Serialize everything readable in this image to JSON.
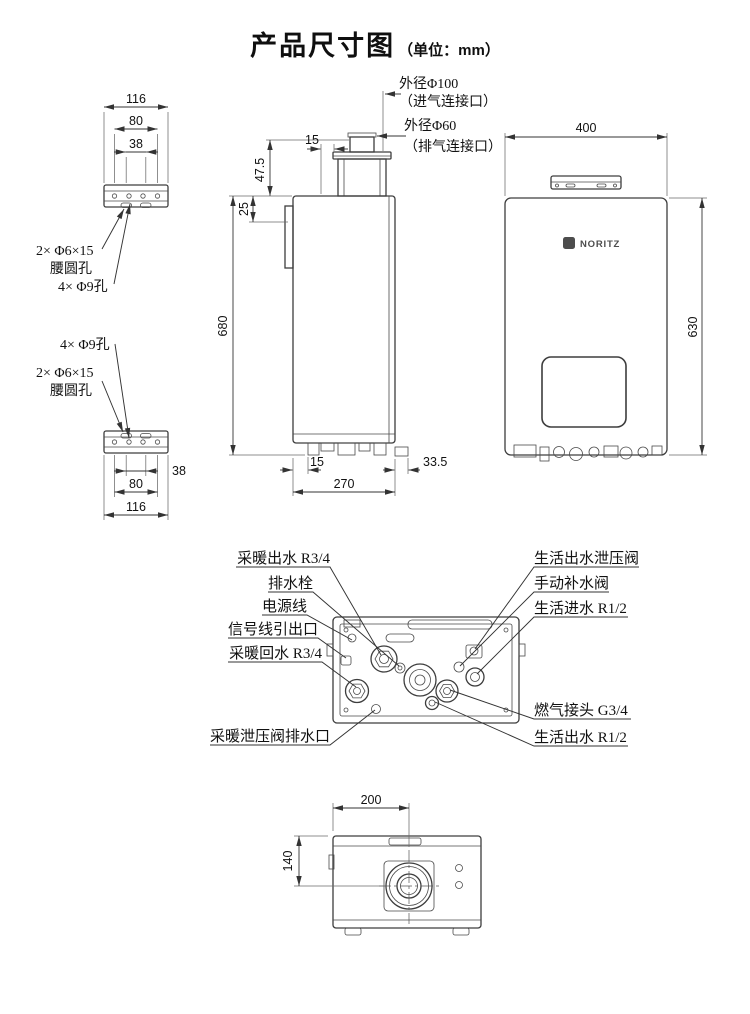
{
  "title": {
    "main": "产品尺寸图",
    "unit": "（单位：mm）"
  },
  "flue": {
    "intake_dia": "外径Φ100",
    "intake_name": "（进气连接口）",
    "exhaust_dia": "外径Φ60",
    "exhaust_name": "（排气连接口）"
  },
  "side_view": {
    "flue_height": "47.5",
    "flue_offset": "15",
    "bracket_offset": "25",
    "height": "680",
    "front_clearance": "15",
    "depth": "270",
    "rear_clearance": "33.5"
  },
  "front_view": {
    "width": "400",
    "height": "630",
    "brand": "NORITZ"
  },
  "bracket_top": {
    "outer": "116",
    "mid": "80",
    "inner": "38",
    "slot_label_1": "2× Φ6×15",
    "slot_label_2": "腰圆孔",
    "hole_label": "4× Φ9孔"
  },
  "bracket_bottom": {
    "hole_label": "4× Φ9孔",
    "slot_label_1": "2× Φ6×15",
    "slot_label_2": "腰圆孔",
    "inner": "38",
    "mid": "80",
    "outer": "116"
  },
  "connections": {
    "left": [
      "采暖出水 R3/4",
      "排水栓",
      "电源线",
      "信号线引出口",
      "采暖回水 R3/4",
      "采暖泄压阀排水口"
    ],
    "right": [
      "生活出水泄压阀",
      "手动补水阀",
      "生活进水 R1/2",
      "燃气接头 G3/4",
      "生活出水 R1/2"
    ]
  },
  "top_view": {
    "flue_from_left": "200",
    "flue_from_back": "140"
  }
}
